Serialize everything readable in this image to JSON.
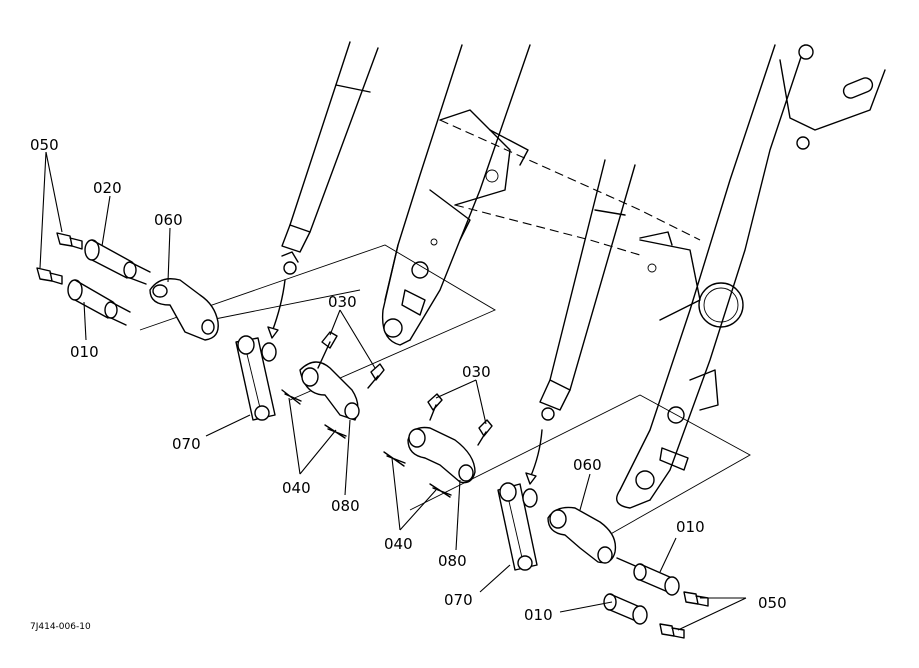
{
  "diagram": {
    "figure_id": "7J414-006-10",
    "callouts": {
      "left_050": "050",
      "left_020": "020",
      "left_060": "060",
      "left_010": "010",
      "left_030": "030",
      "left_070": "070",
      "left_040": "040",
      "left_080": "080",
      "right_030": "030",
      "right_060": "060",
      "right_040": "040",
      "right_080": "080",
      "right_010_upper": "010",
      "right_070": "070",
      "right_010_lower": "010",
      "right_050": "050"
    }
  }
}
